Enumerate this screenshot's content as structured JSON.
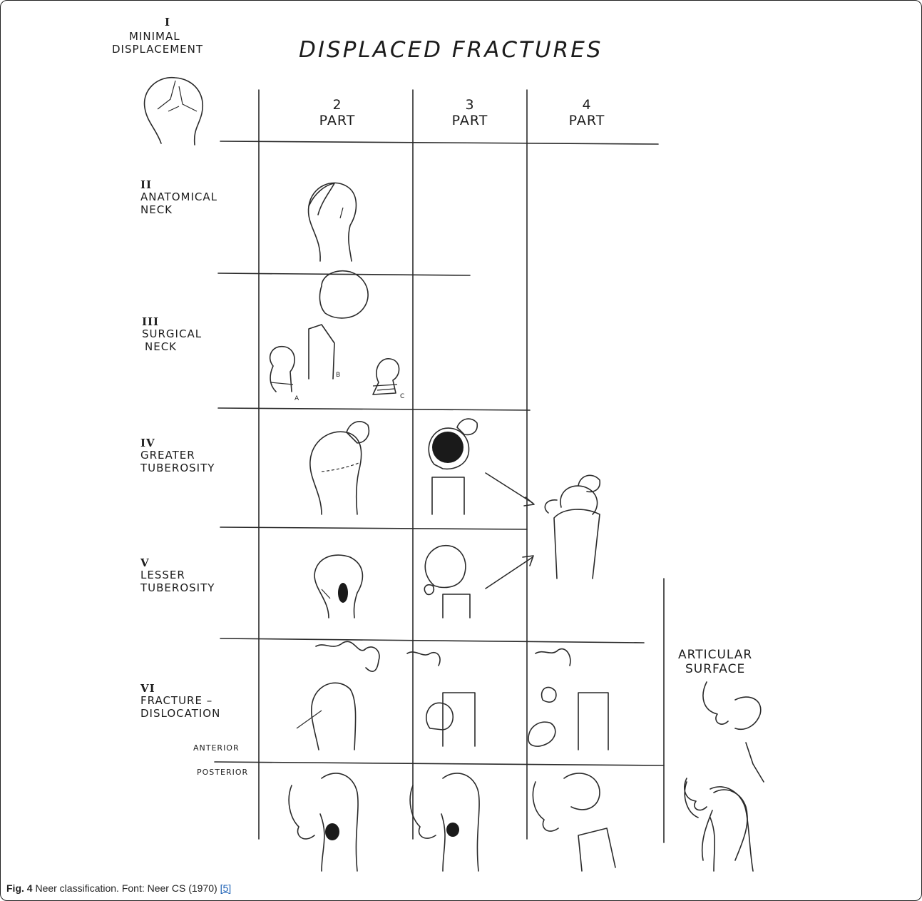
{
  "figure": {
    "title": "DISPLACED FRACTURES",
    "minimal": {
      "numeral": "I",
      "line1": "MINIMAL",
      "line2": "DISPLACEMENT"
    },
    "columns": [
      {
        "number": "2",
        "label": "PART"
      },
      {
        "number": "3",
        "label": "PART"
      },
      {
        "number": "4",
        "label": "PART"
      }
    ],
    "rows": [
      {
        "numeral": "II",
        "line1": "ANATOMICAL",
        "line2": "NECK"
      },
      {
        "numeral": "III",
        "line1": "SURGICAL",
        "line2": "NECK"
      },
      {
        "numeral": "IV",
        "line1": "GREATER",
        "line2": "TUBEROSITY"
      },
      {
        "numeral": "V",
        "line1": "LESSER",
        "line2": "TUBEROSITY"
      },
      {
        "numeral": "VI",
        "line1": "FRACTURE –",
        "line2": "DISLOCATION"
      }
    ],
    "sub_labels": {
      "anterior": "ANTERIOR",
      "posterior": "POSTERIOR"
    },
    "articular": {
      "line1": "ARTICULAR",
      "line2": "SURFACE"
    },
    "surgical_marks": {
      "a": "a",
      "b": "b",
      "c": "c"
    }
  },
  "caption": {
    "label": "Fig. 4",
    "text": " Neer classification. Font: Neer CS (1970) ",
    "ref": "[5]"
  }
}
